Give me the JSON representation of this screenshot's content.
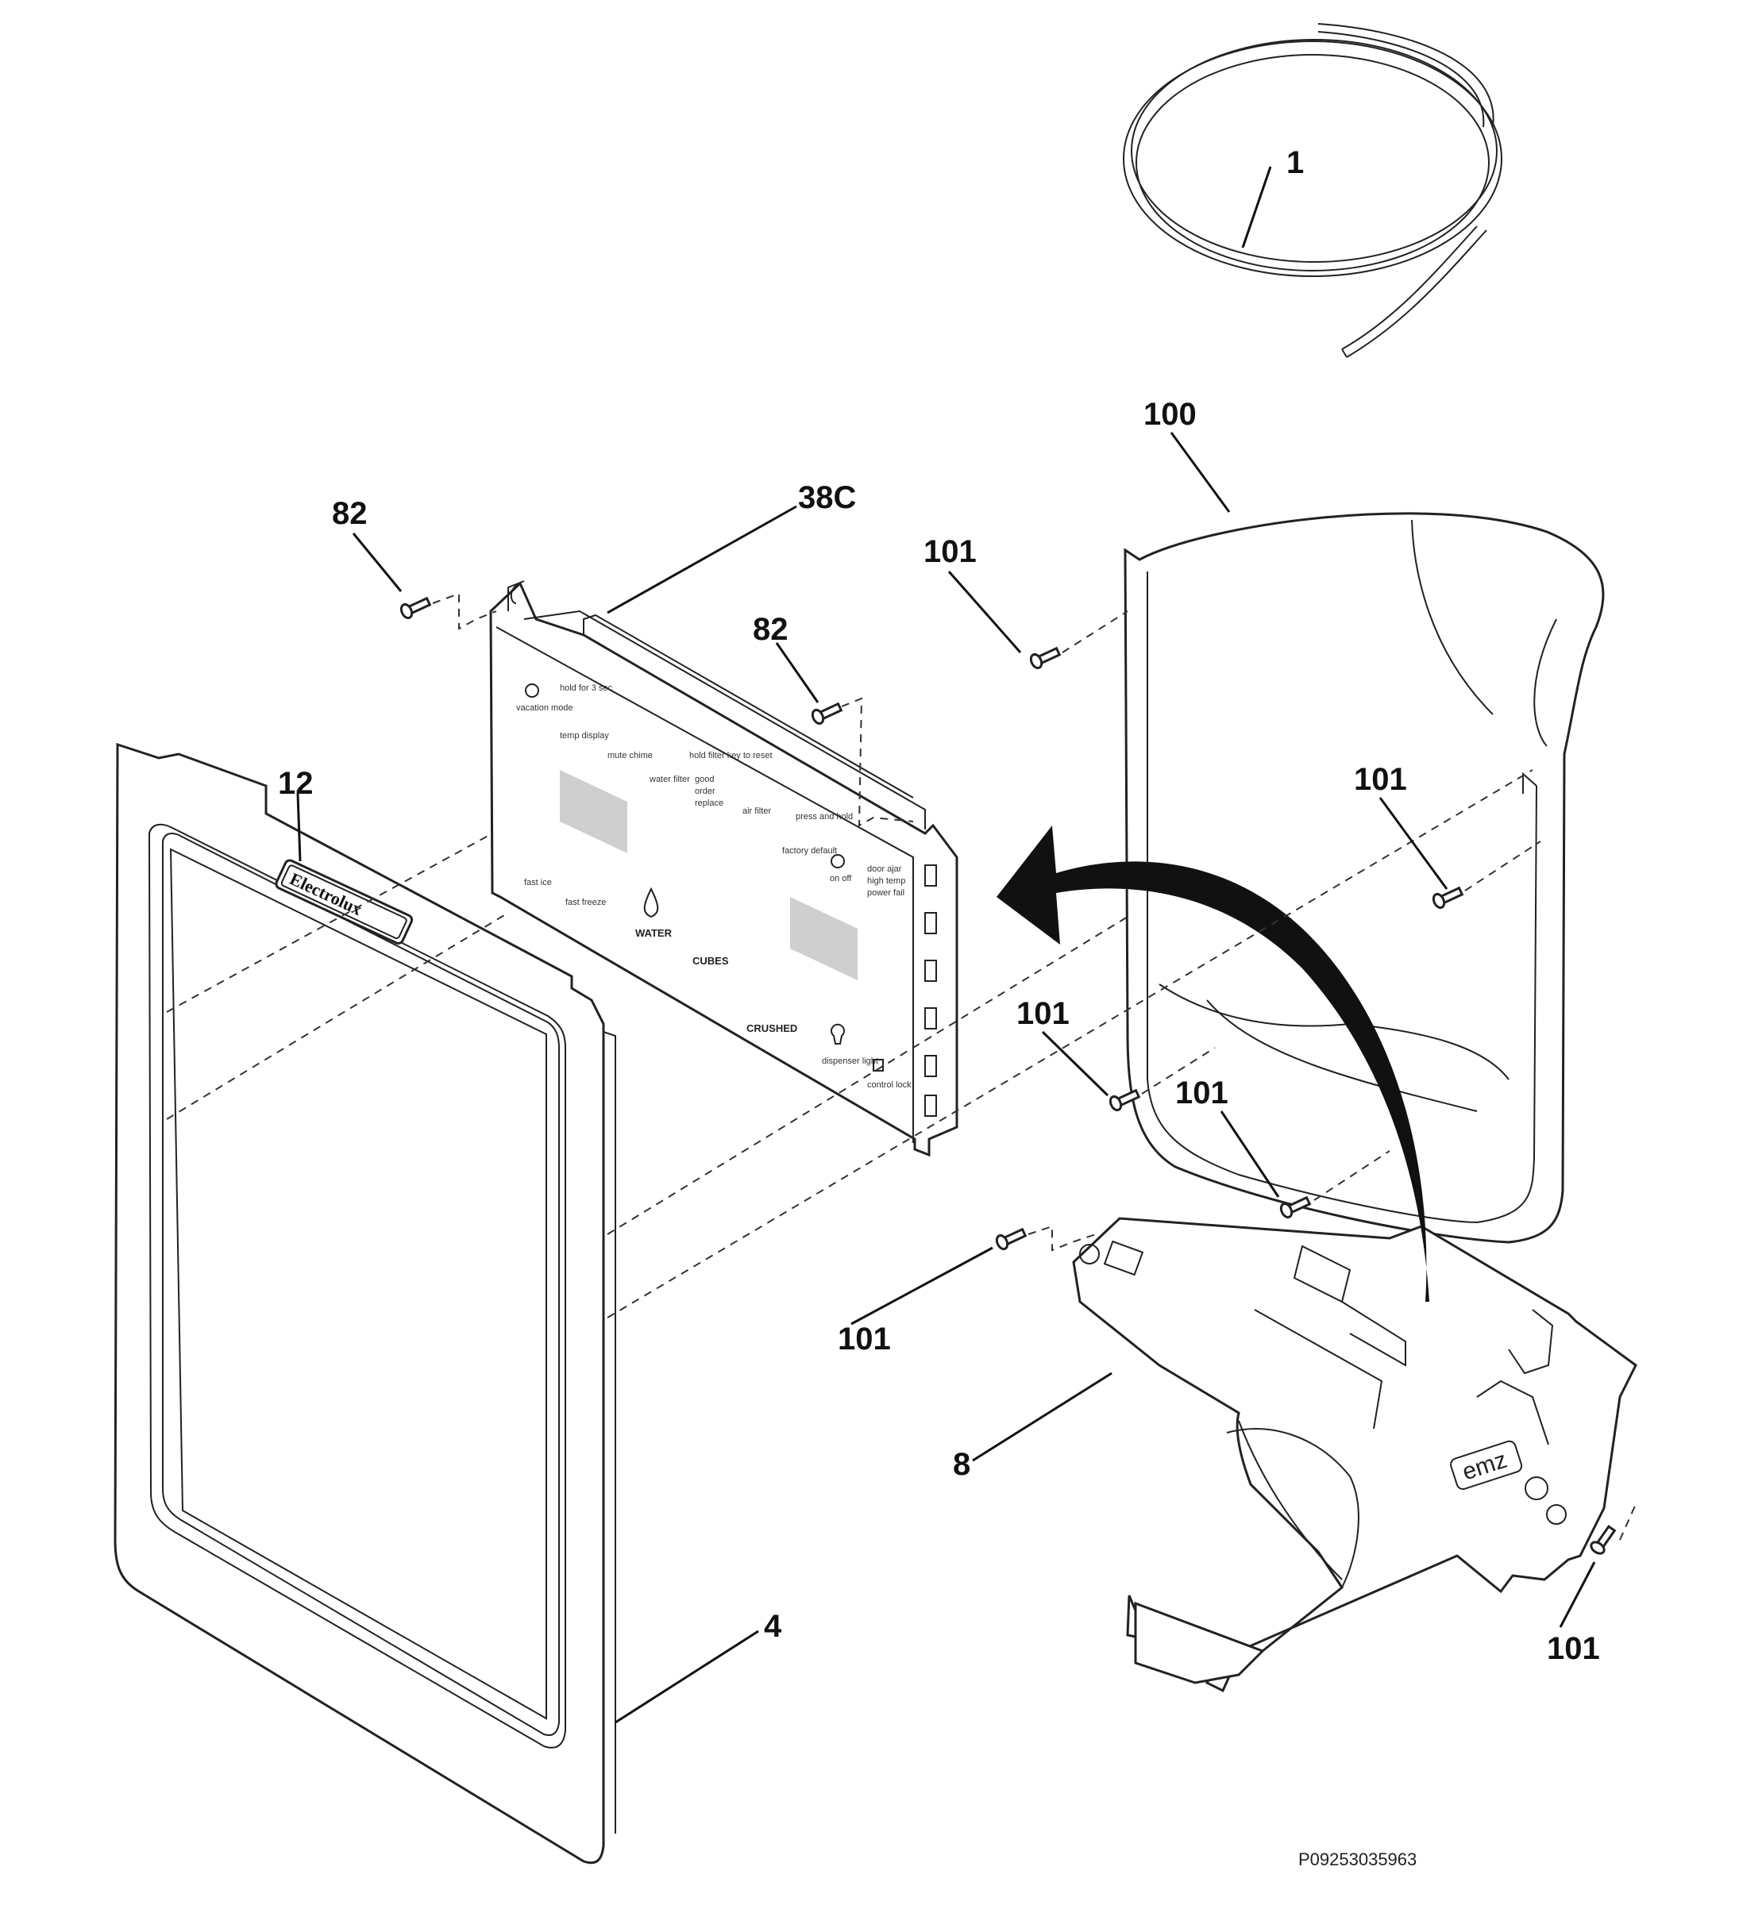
{
  "diagram": {
    "callouts": {
      "c1": "1",
      "c100": "100",
      "c38c": "38C",
      "c82a": "82",
      "c82b": "82",
      "c101a": "101",
      "c101b": "101",
      "c101c": "101",
      "c101d": "101",
      "c101e": "101",
      "c101f": "101",
      "c12": "12",
      "c8": "8",
      "c4": "4"
    },
    "brand": "Electrolux",
    "module_mark": "emz",
    "panel": {
      "vacation_mode": "vacation mode",
      "temp_display": "temp display",
      "hold": "hold for 3 sec",
      "mute_chime": "mute chime",
      "water_filter": "water filter",
      "filter_status": "hold filter key to reset",
      "good": "good",
      "order": "order",
      "replace": "replace",
      "air_filter": "air filter",
      "press_hold": "press and hold",
      "factory_default": "factory default",
      "on_off": "on off",
      "fast_ice": "fast ice",
      "fast_freeze": "fast freeze",
      "water": "WATER",
      "cubes": "CUBES",
      "crushed": "CRUSHED",
      "dispenser_light": "dispenser light",
      "control_lock": "control lock",
      "door_ajar": "door ajar",
      "high_temp": "high temp",
      "power_fail": "power fail"
    },
    "drawing_code": "P09253035963"
  }
}
